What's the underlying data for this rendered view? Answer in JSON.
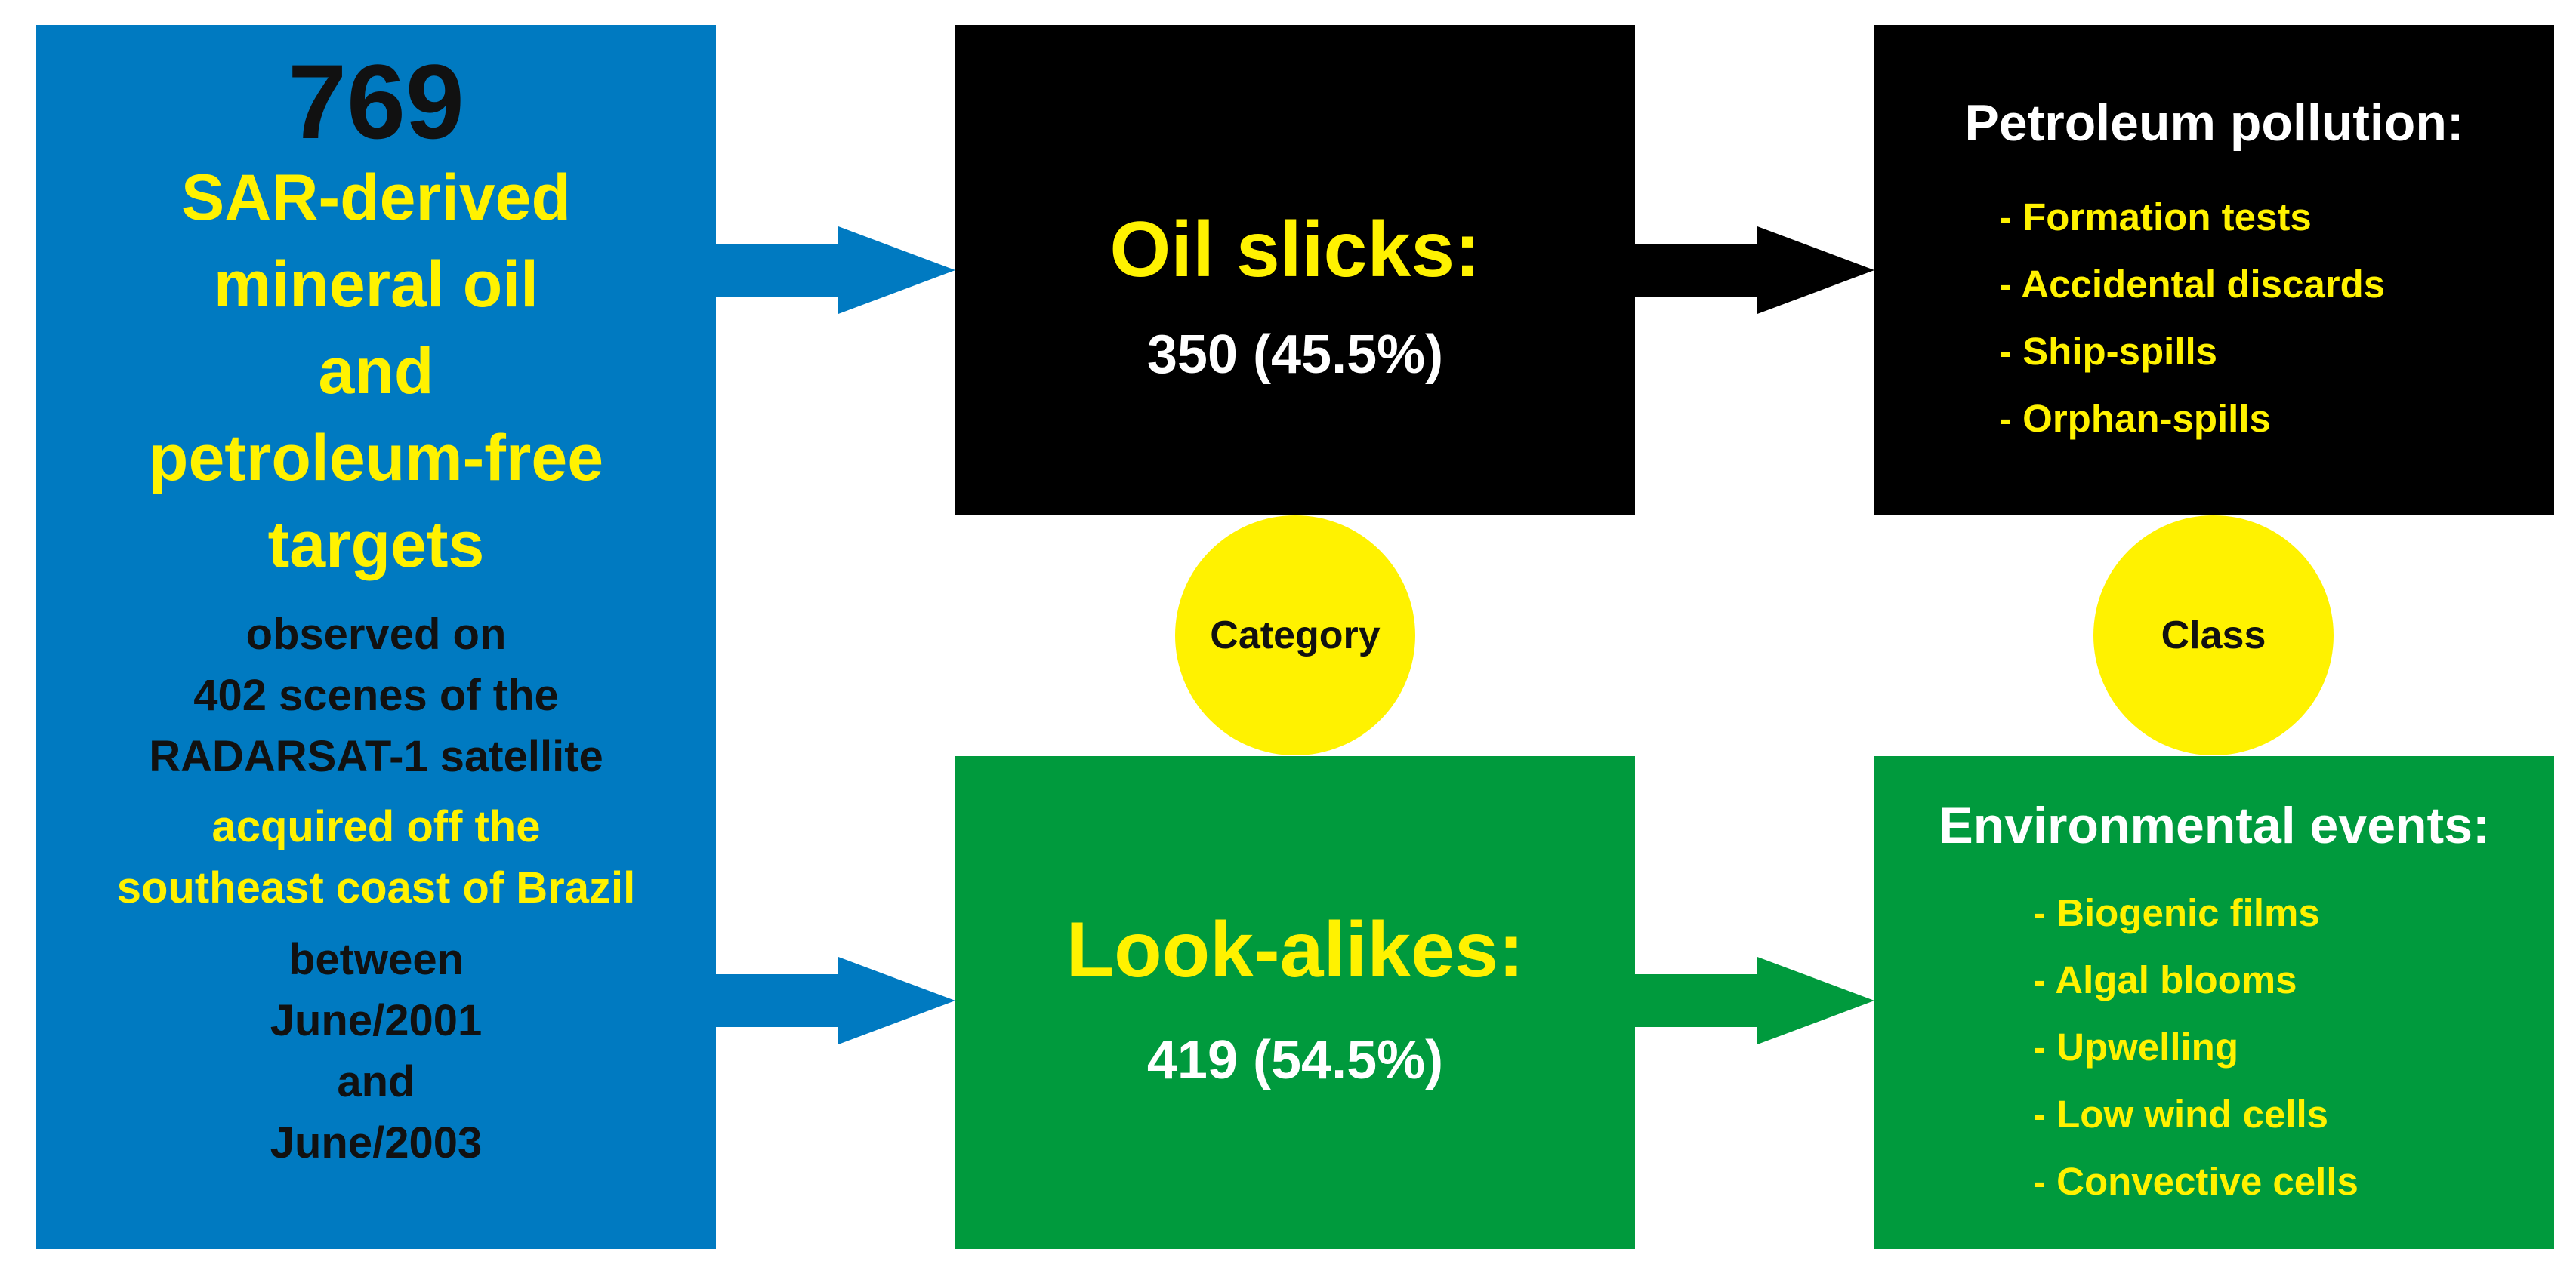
{
  "source": {
    "count": "769",
    "heading_lines": [
      "SAR-derived",
      "mineral oil",
      "and",
      "petroleum-free",
      "targets"
    ],
    "observed_lines": [
      "observed on",
      "402 scenes of the",
      "RADARSAT-1 satellite"
    ],
    "acquired_lines": [
      "acquired off the",
      "southeast coast of Brazil"
    ],
    "period_lines": [
      "between",
      "June/2001",
      "and",
      "June/2003"
    ]
  },
  "categories": {
    "oil_slicks": {
      "title": "Oil slicks:",
      "count": "350 (45.5%)"
    },
    "look_alikes": {
      "title": "Look-alikes:",
      "count": "419 (54.5%)"
    }
  },
  "classes": {
    "petroleum_pollution": {
      "title": "Petroleum pollution:",
      "items": [
        "- Formation tests",
        "- Accidental discards",
        "- Ship-spills",
        "- Orphan-spills"
      ]
    },
    "environmental_events": {
      "title": "Environmental events:",
      "items": [
        "- Biogenic films",
        "- Algal blooms",
        "- Upwelling",
        "- Low wind cells",
        "- Convective cells"
      ]
    }
  },
  "labels": {
    "category": "Category",
    "class": "Class"
  },
  "colors": {
    "blue": "#007ac1",
    "black": "#000000",
    "green": "#009a3d",
    "yellow": "#fff200",
    "white": "#ffffff"
  }
}
